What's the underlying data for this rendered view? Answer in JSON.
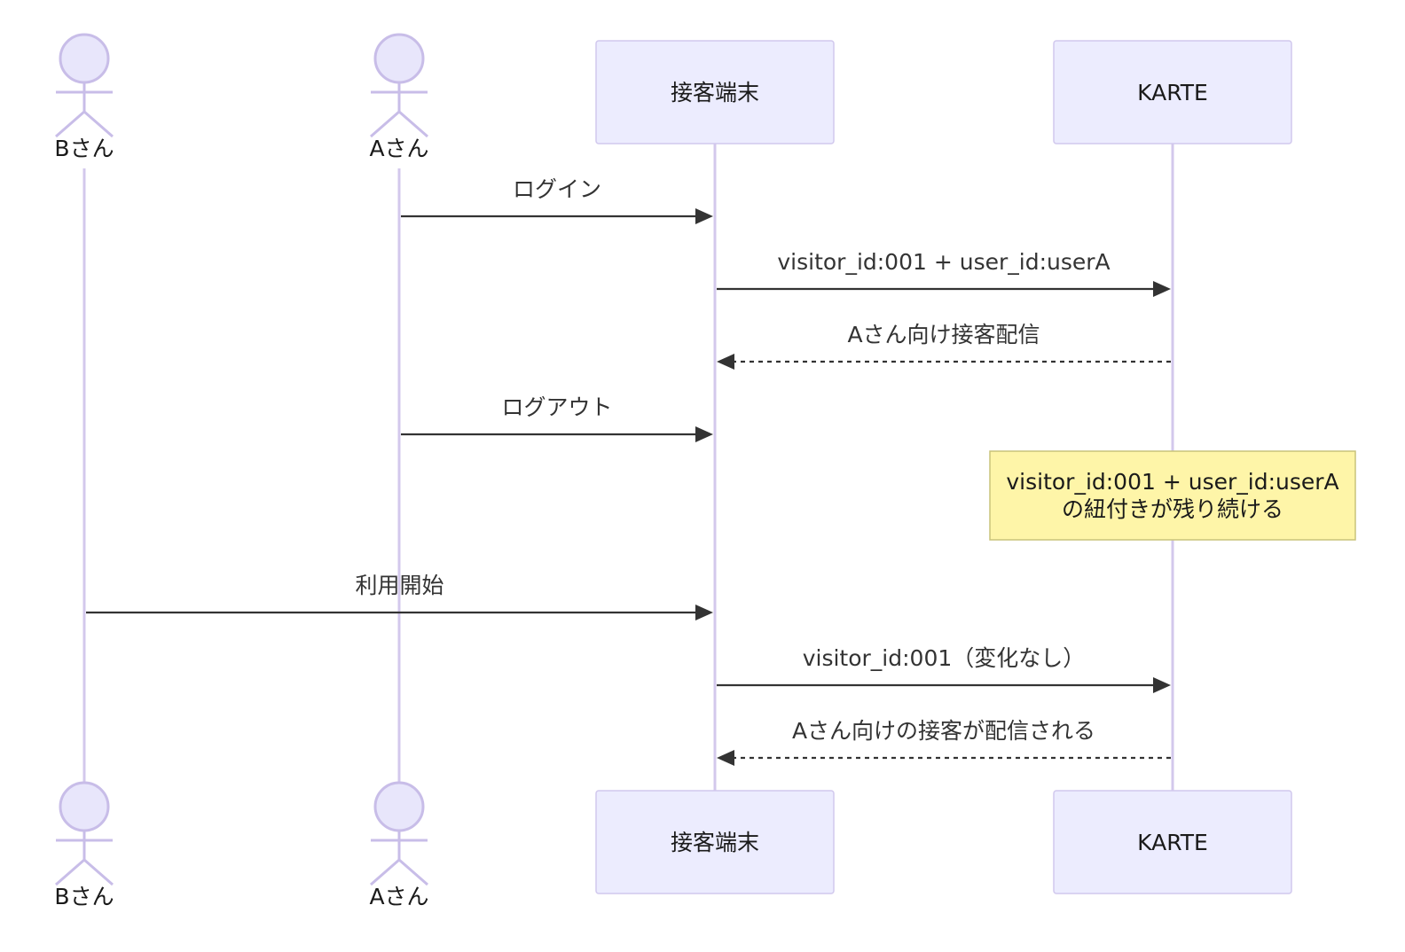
{
  "participants": [
    {
      "id": "B",
      "label": "Bさん",
      "kind": "actor"
    },
    {
      "id": "A",
      "label": "Aさん",
      "kind": "actor"
    },
    {
      "id": "T",
      "label": "接客端末",
      "kind": "box"
    },
    {
      "id": "K",
      "label": "KARTE",
      "kind": "box"
    }
  ],
  "messages": [
    {
      "from": "A",
      "to": "T",
      "text": "ログイン",
      "style": "solid"
    },
    {
      "from": "T",
      "to": "K",
      "text": "visitor_id:001 + user_id:userA",
      "style": "solid"
    },
    {
      "from": "K",
      "to": "T",
      "text": "Aさん向け接客配信",
      "style": "dashed"
    },
    {
      "from": "A",
      "to": "T",
      "text": "ログアウト",
      "style": "solid"
    },
    {
      "from": "B",
      "to": "T",
      "text": "利用開始",
      "style": "solid"
    },
    {
      "from": "T",
      "to": "K",
      "text": "visitor_id:001（変化なし）",
      "style": "solid"
    },
    {
      "from": "K",
      "to": "T",
      "text": "Aさん向けの接客が配信される",
      "style": "dashed"
    }
  ],
  "note": {
    "over": "K",
    "lines": [
      "visitor_id:001 + user_id:userA",
      "の紐付きが残り続ける"
    ]
  },
  "colors": {
    "participant_fill": "#ececfe",
    "lifeline": "#d3c8ec",
    "note_fill": "#fef5a8",
    "line": "#333333"
  }
}
